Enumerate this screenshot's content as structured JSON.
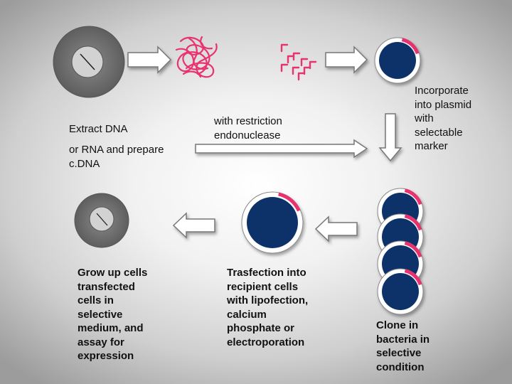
{
  "colors": {
    "cell_outer": "#777777",
    "cell_inner": "#d2d2d2",
    "plasmid_fill": "#10336a",
    "plasmid_ring": "#ffffff",
    "marker": "#e8336f",
    "dna_strand": "#e8336f",
    "arrow_fill": "#ffffff",
    "arrow_stroke": "#777777"
  },
  "icons": {
    "cell": "cell-icon",
    "dna_tangle": "dna-tangle-icon",
    "dna_fragments": "dna-fragments-icon",
    "plasmid": "plasmid-icon",
    "arrow": "block-arrow-icon"
  },
  "labels": {
    "extract": "Extract DNA",
    "cdna": "or RNA and prepare\nc.DNA",
    "restriction": " with restriction\nendonuclease",
    "incorporate": "Incorporate\ninto plasmid\nwith\nselectable\nmarker",
    "grow": "Grow up cells\ntransfected\ncells in\nselective\nmedium, and\nassay for\nexpression",
    "transfection": "Trasfection into\nrecipient cells\nwith lipofection,\ncalcium\nphosphate or\nelectroporation",
    "clone": "Clone in\nbacteria in\nselective\ncondition"
  }
}
